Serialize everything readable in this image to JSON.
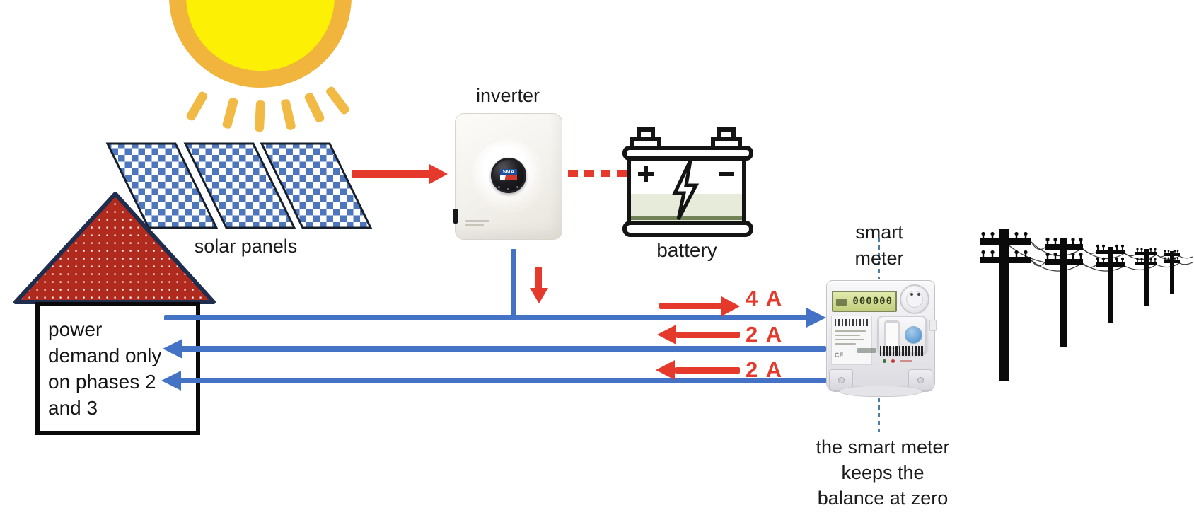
{
  "scene": {
    "background": "#ffffff",
    "description": "solar self-consumption diagram: panels feed inverter and battery, smart meter balances grid exchange"
  },
  "sun": {
    "core_color": "#fcf104",
    "ring_color": "#f1b43c",
    "ray_count": 6
  },
  "solar_panels": {
    "label": "solar panels",
    "count": 3,
    "cell_color": "#4d76bd"
  },
  "inverter": {
    "label": "inverter",
    "logo_text": "SMA"
  },
  "battery": {
    "label": "battery",
    "fill_color": "#e6ecd9"
  },
  "house": {
    "note_lines": [
      "power",
      "demand only",
      "on phases 2",
      "and 3"
    ],
    "roof_color": "#b02a1e"
  },
  "smart_meter": {
    "label_lines": [
      "smart",
      "meter"
    ],
    "display_value": "000000",
    "ce_mark": "CE",
    "caption_lines": [
      "the smart meter",
      "keeps the",
      "balance at zero"
    ]
  },
  "grid": {
    "pole_count": 5
  },
  "flows": [
    {
      "phase": 1,
      "label": "4 A",
      "direction": "right",
      "meaning": "export to grid"
    },
    {
      "phase": 2,
      "label": "2 A",
      "direction": "left",
      "meaning": "import from grid"
    },
    {
      "phase": 3,
      "label": "2 A",
      "direction": "left",
      "meaning": "import from grid"
    }
  ],
  "colors": {
    "wire_blue": "#4472c4",
    "arrow_red": "#e5392b",
    "guide_dash_blue": "#4d7ea1"
  }
}
